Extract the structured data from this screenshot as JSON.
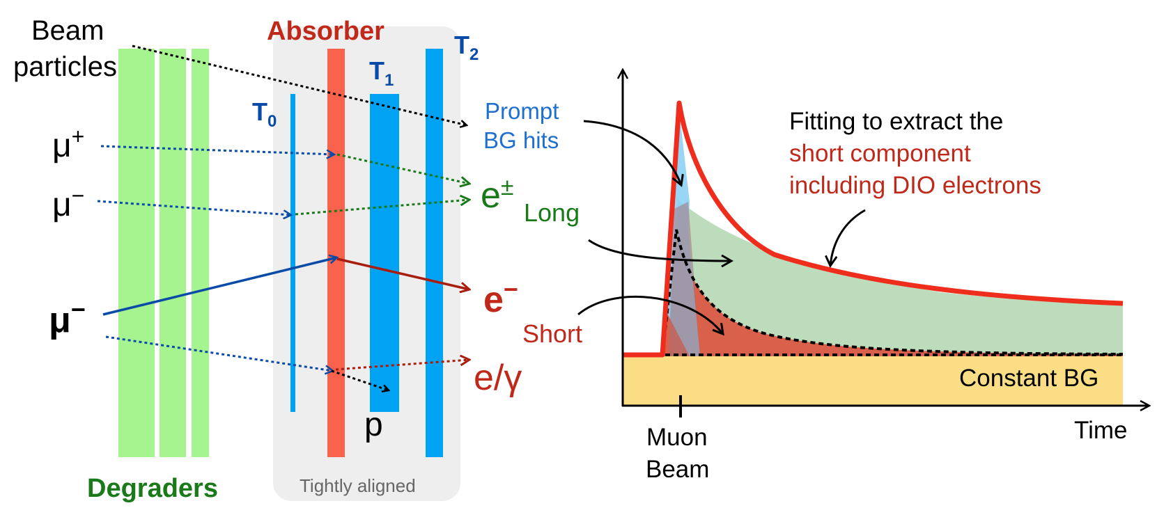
{
  "left_panel": {
    "beam_label_line1": "Beam",
    "beam_label_line2": "particles",
    "absorber_label": "Absorber",
    "degraders_label": "Degraders",
    "tightly_aligned_label": "Tightly aligned",
    "t0": {
      "main": "T",
      "sub": "0"
    },
    "t1": {
      "main": "T",
      "sub": "1"
    },
    "t2": {
      "main": "T",
      "sub": "2"
    },
    "mu_plus": {
      "main": "μ",
      "sup": "+"
    },
    "mu_minus_1": {
      "main": "μ",
      "sup": "−"
    },
    "mu_minus_2": {
      "main": "μ",
      "sup": "−"
    },
    "prompt_line1": "Prompt",
    "prompt_line2": "BG hits",
    "e_pm": {
      "main": "e",
      "sup": "±"
    },
    "e_minus": {
      "main": "e",
      "sup": "−"
    },
    "e_gamma": "e/γ",
    "proton": "p"
  },
  "right_panel": {
    "long_label": "Long",
    "short_label": "Short",
    "fit_line1": "Fitting to extract the",
    "fit_line2": "short component",
    "fit_line3": "including DIO electrons",
    "constant_bg_label": "Constant BG",
    "time_label": "Time",
    "muon_beam_line1": "Muon",
    "muon_beam_line2": "Beam"
  },
  "colors": {
    "degrader_green": "#a6f48f",
    "absorber_red": "#f9624c",
    "timing_blue": "#00a2f4",
    "panel_gray": "#eeeeee",
    "dark_blue_text": "#0a4ba8",
    "prompt_text_blue": "#1f6fd1",
    "green_text": "#1a7a1a",
    "dark_red_text": "#c0281a",
    "fit_red": "#ef2d1c",
    "long_fill": "#bcdcbc",
    "short_fill": "#d9604a",
    "prompt_fill": "#8ed0f4",
    "constant_fill": "#fbdd86"
  }
}
